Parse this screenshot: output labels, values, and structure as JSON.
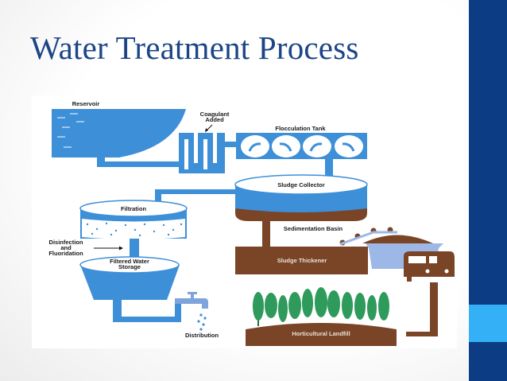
{
  "slide": {
    "title": "Water Treatment Process"
  },
  "diagram": {
    "labels": {
      "reservoir": "Reservoir",
      "coagulant_line1": "Coagulant",
      "coagulant_line2": "Added",
      "flocculation_tank": "Flocculation Tank",
      "sludge_collector": "Sludge Collector",
      "sedimentation_basin": "Sedimentation Basin",
      "filtration": "Filtration",
      "disinfection_line1": "Disinfection",
      "disinfection_line2": "and",
      "disinfection_line3": "Fluoridation",
      "filtered_water_line1": "Filtered Water",
      "filtered_water_line2": "Storage",
      "sludge_thickener": "Sludge Thickener",
      "distribution": "Distribution",
      "horticultural_landfill": "Horticultural Landfill"
    },
    "colors": {
      "water": "#3d8fd8",
      "sludge": "#7a4427",
      "trees": "#2e9a5c",
      "light_blue": "#9db8e6",
      "sidebar": "#0b3c84",
      "sidebar_accent": "#34b1f6",
      "title": "#1c4587"
    }
  }
}
